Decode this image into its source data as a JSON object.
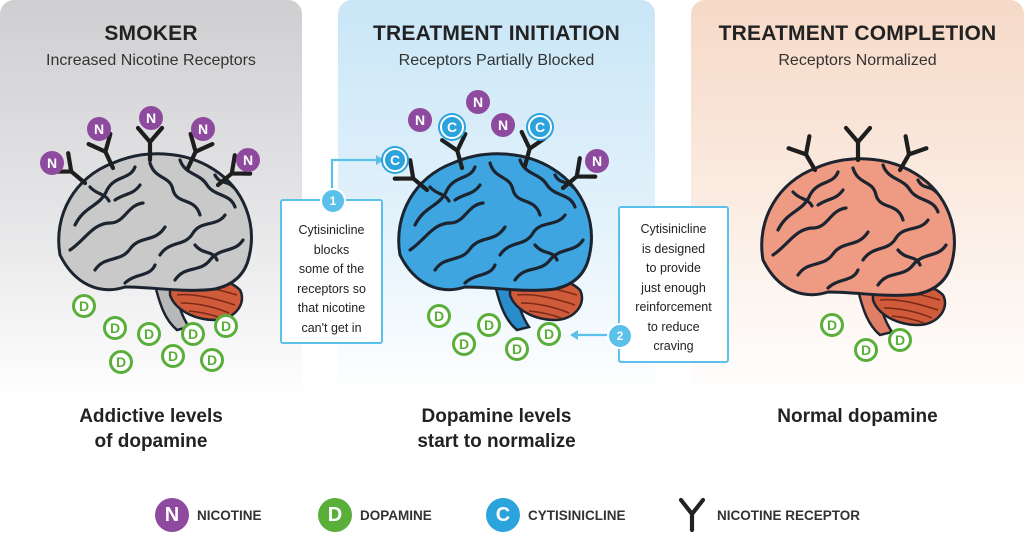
{
  "panels": [
    {
      "title": "SMOKER",
      "subtitle": "Increased Nicotine Receptors",
      "caption": [
        "Addictive levels",
        "of dopamine"
      ]
    },
    {
      "title": "TREATMENT INITIATION",
      "subtitle": "Receptors Partially Blocked",
      "caption": [
        "Dopamine levels",
        "start to normalize"
      ]
    },
    {
      "title": "TREATMENT COMPLETION",
      "subtitle": "Receptors Normalized",
      "caption": [
        "Normal dopamine"
      ]
    }
  ],
  "callouts": [
    {
      "number": "1",
      "lines": [
        "Cytisinicline",
        "blocks",
        "some of the",
        "receptors so",
        "that nicotine",
        "can't get in"
      ]
    },
    {
      "number": "2",
      "lines": [
        "Cytisinicline",
        "is designed",
        "to provide",
        "just enough",
        "reinforcement",
        "to reduce",
        "craving"
      ]
    }
  ],
  "badges": {
    "nicotine": "N",
    "dopamine": "D",
    "cytisinicline": "C"
  },
  "legend": [
    {
      "glyph": "N",
      "label": "NICOTINE",
      "color": "#8e4a9e"
    },
    {
      "glyph": "D",
      "label": "DOPAMINE",
      "color": "#5aae3a"
    },
    {
      "glyph": "C",
      "label": "CYTISINICLINE",
      "color": "#2ba3dc"
    },
    {
      "glyph": "receptor-icon",
      "label": "NICOTINE RECEPTOR",
      "color": "#222222"
    }
  ],
  "colors": {
    "nicotine": "#8e4a9e",
    "dopamine": "#5aae3a",
    "cytisinicline": "#2ba3dc",
    "brain_smoker": "#c9c9c9",
    "brain_treatment": "#3fa5e0",
    "brain_normal": "#ef9a83",
    "cerebellum": "#cf5b3a",
    "callout_border": "#5bc0ea"
  }
}
